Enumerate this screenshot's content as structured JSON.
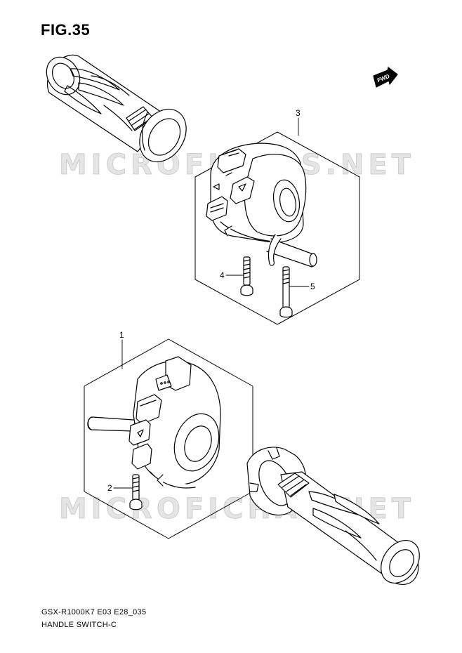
{
  "figure": {
    "title": "FIG.35"
  },
  "watermark": "MICROFICHAS.NET",
  "direction_badge": "FWD",
  "callouts": [
    {
      "id": "1",
      "label": "1"
    },
    {
      "id": "2",
      "label": "2"
    },
    {
      "id": "3",
      "label": "3"
    },
    {
      "id": "4",
      "label": "4"
    },
    {
      "id": "5",
      "label": "5"
    }
  ],
  "footer": {
    "model_code": "GSX-R1000K7 E03 E28_035",
    "section_name": "HANDLE SWITCH-C"
  },
  "colors": {
    "line": "#000000",
    "watermark": "#969696",
    "background": "#ffffff"
  }
}
